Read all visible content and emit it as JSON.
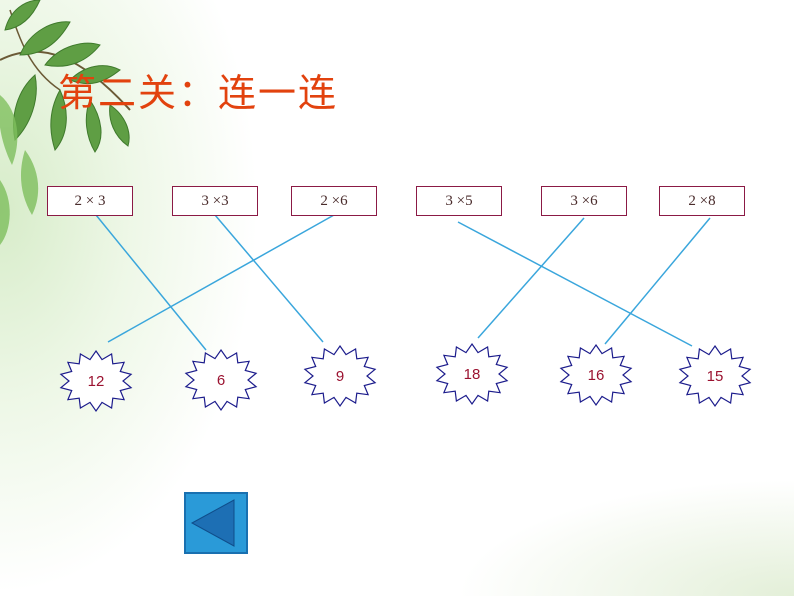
{
  "title": "第二关：连一连",
  "expressions": [
    "2 × 3",
    "3 ×3",
    "2 ×6",
    "3 ×5",
    "3 ×6",
    "2 ×8"
  ],
  "answers": [
    "12",
    "6",
    "9",
    "18",
    "16",
    "15"
  ],
  "colors": {
    "title": "#e2420e",
    "box_border": "#8b1a45",
    "star_border": "#1c1c8c",
    "line": "#3aa6dc",
    "button": "#2a9ad8"
  },
  "icons": {
    "decoration": "leaf-branch-icon",
    "back_button": "triangle-left-icon"
  }
}
